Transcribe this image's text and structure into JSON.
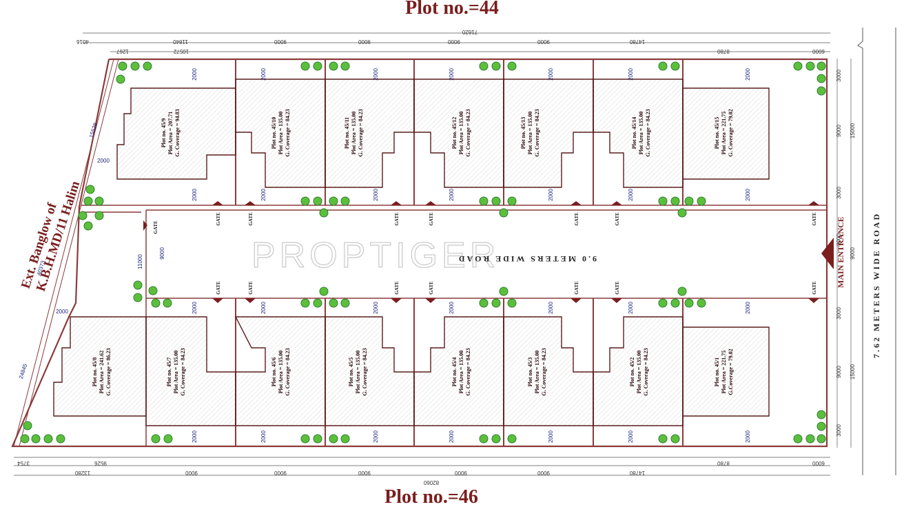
{
  "titles": {
    "top": "Plot no.=44",
    "bottom": "Plot no.=46"
  },
  "left_label": {
    "line1": "Ext. Banglow of",
    "line2": "K.B.H.MD/11 Halim"
  },
  "right_road": "7.62 METERS WIDE ROAD",
  "center_road": "9.0 METERS WIDE ROAD",
  "main_entrance": "MAIN ENTRANCE",
  "watermark": "PROPTIGER",
  "gate_label": "GATE",
  "colors": {
    "title": "#7a1e1e",
    "boundary": "#8b3a3a",
    "tree": "#5cbf3c",
    "gate": "#7a1e1e",
    "dimension": "#1a237e"
  },
  "plots_top": [
    {
      "no": "Plot no. 45/9",
      "area": "Plot Area = 207.71",
      "cov": "G. Coverage = 94.83"
    },
    {
      "no": "Plot no. 45/10",
      "area": "Plot Area = 135.00",
      "cov": "G. Coverage = 84.23"
    },
    {
      "no": "Plot no. 45/11",
      "area": "Plot Area = 135.00",
      "cov": "G. Coverage = 84.23"
    },
    {
      "no": "Plot no. 45/12",
      "area": "Plot Area = 135.00",
      "cov": "G. Coverage = 84.23"
    },
    {
      "no": "Plot no. 45/13",
      "area": "Plot Area = 135.00",
      "cov": "G. Coverage = 84.23"
    },
    {
      "no": "Plot no. 45/14",
      "area": "Plot Area = 135.00",
      "cov": "G. Coverage = 84.23"
    },
    {
      "no": "Plot no. 45/15",
      "area": "Plot Area = 221.75",
      "cov": "G. Coverage = 79.02"
    }
  ],
  "plots_bottom": [
    {
      "no": "Plot no. 45/8",
      "area": "Plot Area = 241.62",
      "cov": "G. Coverage = 86.23"
    },
    {
      "no": "Plot no. 45/7",
      "area": "Plot Area = 135.00",
      "cov": "G. Coverage = 84.23"
    },
    {
      "no": "Plot no. 45/6",
      "area": "Plot Area = 135.00",
      "cov": "G. Coverage = 84.23"
    },
    {
      "no": "Plot no. 45/5",
      "area": "Plot Area = 135.00",
      "cov": "G. Coverage = 84.23"
    },
    {
      "no": "Plot no. 45/4",
      "area": "Plot Area = 135.00",
      "cov": "G. Coverage = 84.23"
    },
    {
      "no": "Plot no. 45/3",
      "area": "Plot Area = 135.00",
      "cov": "G. Coverage = 84.23"
    },
    {
      "no": "Plot no. 45/2",
      "area": "Plot Area = 135.00",
      "cov": "G. Coverage = 84.23"
    },
    {
      "no": "Plot no. 45/1",
      "area": "Plot Area = 221.75",
      "cov": "G.Coverage = 79.02"
    }
  ],
  "dims_top_row1": [
    "4016",
    "11840",
    "9000",
    "9000",
    "9000",
    "9000",
    "14780"
  ],
  "dims_top_row2": [
    "1267",
    "10572",
    "8780",
    "6000"
  ],
  "dim_top_total": "71620",
  "dims_bottom_row1": [
    "3754",
    "9526",
    "8780",
    "6000"
  ],
  "dims_bottom_row2": [
    "13280",
    "9000",
    "9000",
    "9000",
    "9000",
    "9000",
    "14780"
  ],
  "dim_bottom_total": "82060",
  "dims_left": [
    "15528",
    "40373",
    "24845",
    "2000",
    "2000",
    "11000",
    "9000"
  ],
  "dims_right": [
    "3000",
    "9000",
    "15000",
    "3000",
    "9000",
    "9000",
    "3000",
    "9000",
    "15000",
    "3000"
  ],
  "setbacks": [
    "3000",
    "2000"
  ]
}
